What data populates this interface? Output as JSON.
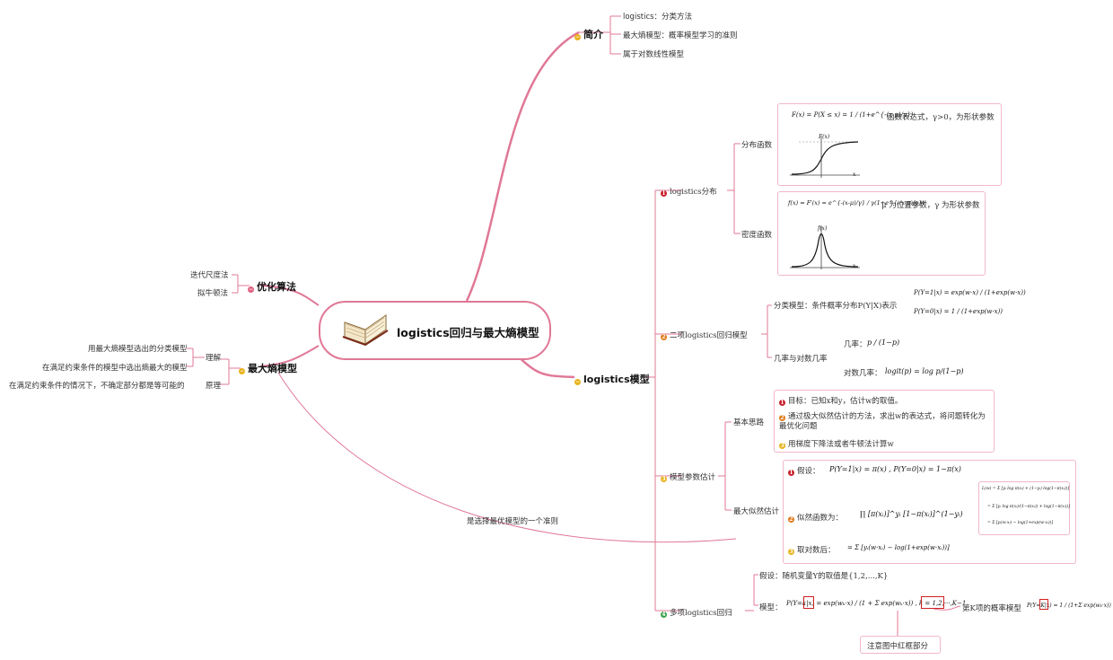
{
  "root": {
    "title": "logistics回归与最大熵模型"
  },
  "intro": {
    "label": "简介",
    "items": [
      "logistics：分类方法",
      "最大熵模型：概率模型学习的准则",
      "属于对数线性模型"
    ]
  },
  "optimization": {
    "label": "优化算法",
    "items": [
      "迭代尺度法",
      "拟牛顿法"
    ]
  },
  "maxent": {
    "label": "最大熵模型",
    "understanding": "理解",
    "principle": "原理",
    "items": [
      "用最大熵模型选出的分类模型",
      "在满足约束条件的模型中选出熵最大的模型",
      "在满足约束条件的情况下，不确定部分都是等可能的"
    ],
    "link_label": "是选择最优模型的一个准则"
  },
  "logit_model": {
    "label": "logistics模型",
    "distribution": {
      "label": "logistics分布",
      "cdf_label": "分布函数",
      "cdf_formula": "F(x) = P(X ≤ x) = 1 / (1+e^{-(x-μ)/γ})",
      "cdf_note": "函数表达式，γ>0，为形状参数",
      "cdf_axis": "F(x)",
      "pdf_label": "密度函数",
      "pdf_formula": "f(x) = F′(x) = e^{-(x-μ)/γ} / γ(1+e^{-(x-μ)/γ})²",
      "pdf_note": "μ 为位置参数，γ 为形状参数",
      "pdf_axis": "f(x)",
      "x_axis": "x"
    },
    "binary": {
      "label": "二项logistics回归模型",
      "class_label": "分类模型：条件概率分布P(Y|X)表示",
      "p1": "P(Y=1|x) = exp(w·x) / (1+exp(w·x))",
      "p0": "P(Y=0|x) = 1 / (1+exp(w·x))",
      "odds_label": "几率与对数几率",
      "odds": "几率：",
      "odds_formula": "p / (1−p)",
      "logodds": "对数几率：",
      "logodds_formula": "logit(p) = log p/(1−p)"
    },
    "estimation": {
      "label": "模型参数估计",
      "basic_label": "基本思路",
      "basic_items": [
        "目标：已知x和y，估计w的取值。",
        "通过极大似然估计的方法，求出w的表达式，将问题转化为最优化问题",
        "用梯度下降法或者牛顿法计算w"
      ],
      "mle_label": "最大似然估计",
      "assume": "假设：",
      "assume_formula": "P(Y=1|x) = π(x) ,   P(Y=0|x) = 1−π(x)",
      "likelihood": "似然函数为：",
      "likelihood_formula": "∏ [π(xᵢ)]^yᵢ [1−π(xᵢ)]^(1−yᵢ)",
      "loglik_lines": [
        "L(w) = Σ [yᵢ log π(xᵢ) + (1−yᵢ) log(1−π(xᵢ))]",
        "= Σ [yᵢ log π(xᵢ)/(1−π(xᵢ)) + log(1−π(xᵢ))]",
        "= Σ [yᵢ(w·xᵢ) − log(1+exp(w·xᵢ))]"
      ],
      "log_after": "取对数后：",
      "log_after_formula": "= Σ [yᵢ(w·xᵢ) − log(1+exp(w·xᵢ))]"
    },
    "multi": {
      "label": "多项logistics回归",
      "assume": "假设：随机变量Y的取值是{1,2,...,K}",
      "model": "模型：",
      "model_formula": "P(Y=k|x) = exp(wₖ·x) / (1 + Σ exp(wₖ·x)) ,   k = 1,2,···,K−1",
      "kth": "第K项的概率模型",
      "kth_formula": "P(Y=K|x) = 1 / (1+Σ exp(wₖ·x))",
      "note": "注意图中红框部分"
    }
  }
}
